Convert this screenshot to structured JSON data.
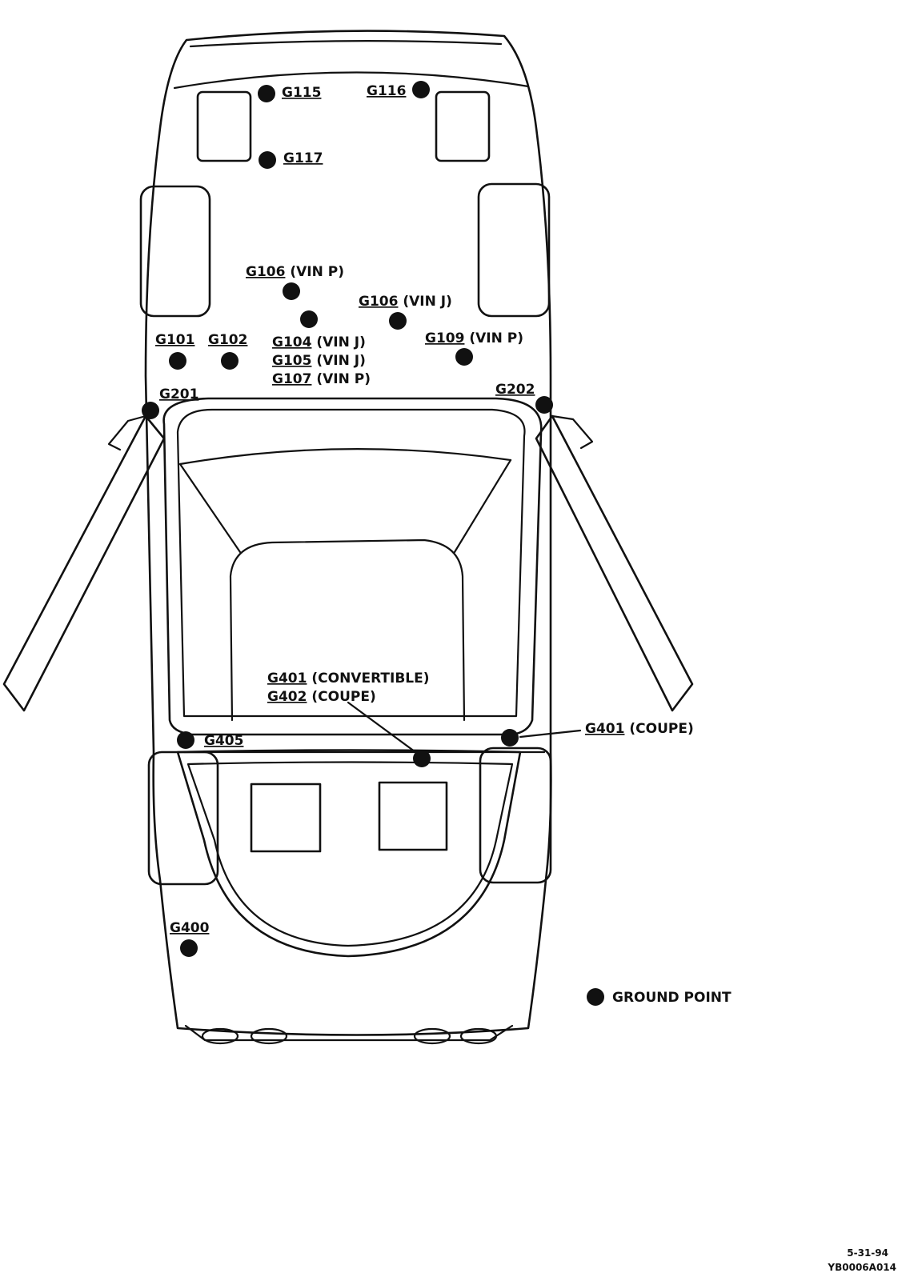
{
  "ground_points": [
    {
      "code": "G115",
      "note": ""
    },
    {
      "code": "G116",
      "note": ""
    },
    {
      "code": "G117",
      "note": ""
    },
    {
      "code": "G106",
      "note": " (VIN P)"
    },
    {
      "code": "G106",
      "note": " (VIN J)"
    },
    {
      "code": "G101",
      "note": ""
    },
    {
      "code": "G102",
      "note": ""
    },
    {
      "code": "G104",
      "note": " (VIN J)"
    },
    {
      "code": "G105",
      "note": " (VIN J)"
    },
    {
      "code": "G107",
      "note": " (VIN P)"
    },
    {
      "code": "G109",
      "note": " (VIN P)"
    },
    {
      "code": "G201",
      "note": ""
    },
    {
      "code": "G202",
      "note": ""
    },
    {
      "code": "G401",
      "note": " (CONVERTIBLE)"
    },
    {
      "code": "G402",
      "note": " (COUPE)"
    },
    {
      "code": "G401",
      "note": " (COUPE)"
    },
    {
      "code": "G405",
      "note": ""
    },
    {
      "code": "G400",
      "note": ""
    }
  ],
  "legend": {
    "label": "GROUND POINT"
  },
  "footer": {
    "date": "5-31-94",
    "ref": "YB0006A014"
  },
  "colors": {
    "ink": "#111111",
    "paper": "#ffffff"
  }
}
